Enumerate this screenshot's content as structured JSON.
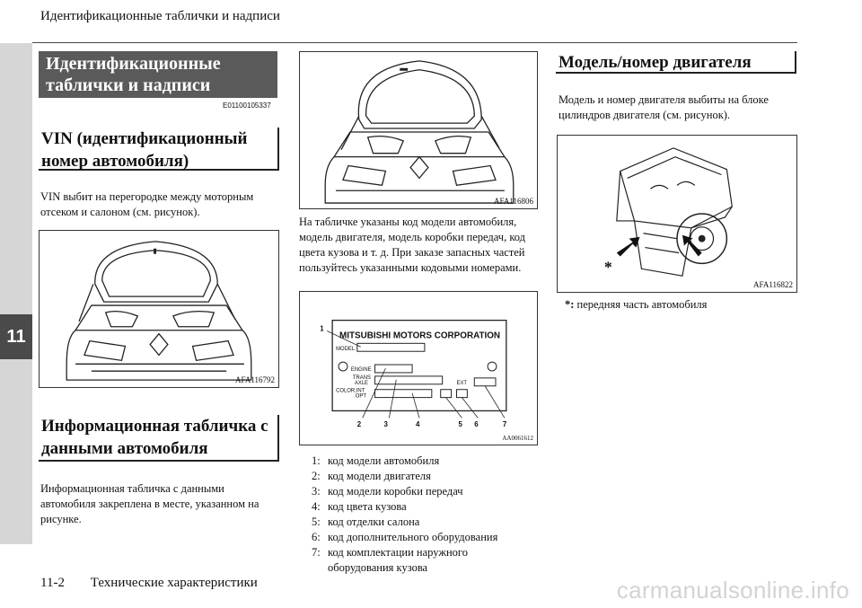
{
  "header": {
    "title": "Идентификационные таблички и надписи"
  },
  "footer": {
    "page": "11-2",
    "section": "Технические характеристики"
  },
  "chapter_tab": "11",
  "banner": {
    "title": "Идентификационные таблички и надписи",
    "code": "E01100105337"
  },
  "vin": {
    "heading": "VIN (идентификационный номер автомобиля)",
    "text": "VIN выбит на перегородке между моторным отсеком и салоном (см. рисунок).",
    "figure_code": "AFA116792"
  },
  "info_plate": {
    "heading": "Информационная табличка с данными автомобиля",
    "text": "Информационная табличка с данными автомобиля закреплена в месте, указанном на рисунке.",
    "figure_code": "AFA116806",
    "description": "На табличке указаны код модели автомобиля, модель двигателя, модель коробки передач, код цвета кузова и т. д. При заказе запасных частей пользуйтесь указанными кодовыми номерами.",
    "plate": {
      "maker": "MITSUBISHI MOTORS CORPORATION",
      "labels": {
        "model": "MODEL",
        "engine": "ENGINE",
        "trans": "TRANS",
        "axle": "AXLE",
        "color": "COLOR,INT",
        "opt": "OPT",
        "ext": "EXT"
      },
      "callouts": [
        "1",
        "2",
        "3",
        "4",
        "5",
        "6",
        "7"
      ],
      "figure_code": "AA0061612"
    },
    "legend": [
      {
        "num": "1:",
        "text": "код модели автомобиля"
      },
      {
        "num": "2:",
        "text": "код модели двигателя"
      },
      {
        "num": "3:",
        "text": "код модели коробки передач"
      },
      {
        "num": "4:",
        "text": "код цвета кузова"
      },
      {
        "num": "5:",
        "text": "код отделки салона"
      },
      {
        "num": "6:",
        "text": "код дополнительного оборудования"
      },
      {
        "num": "7:",
        "text": "код комплектации наружного оборудования кузова"
      }
    ]
  },
  "engine": {
    "heading": "Модель/номер двигателя",
    "text": "Модель и номер двигателя выбиты на блоке цилиндров двигателя (см. рисунок).",
    "figure_code": "AFA116822",
    "star": "*",
    "note_symbol": "*:",
    "note_text": "передняя часть автомобиля"
  },
  "watermark": "carmanualsonline.info"
}
